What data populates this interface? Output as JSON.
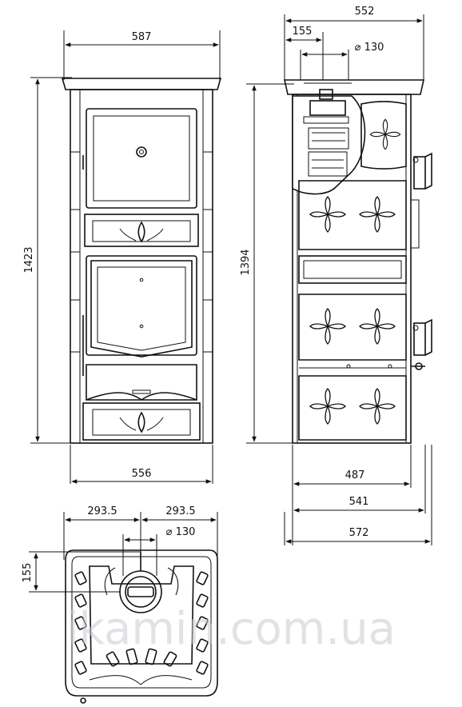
{
  "front": {
    "width_top": "587",
    "width_bottom": "556",
    "height": "1423"
  },
  "side": {
    "width_top": "552",
    "offset": "155",
    "flue_label": "⌀ 130",
    "height": "1394",
    "depth_1": "487",
    "depth_2": "541",
    "depth_3": "572"
  },
  "top_view": {
    "half_left": "293.5",
    "half_right": "293.5",
    "flue_label": "⌀ 130",
    "offset": "155"
  },
  "watermark": "ikamin.com.ua"
}
